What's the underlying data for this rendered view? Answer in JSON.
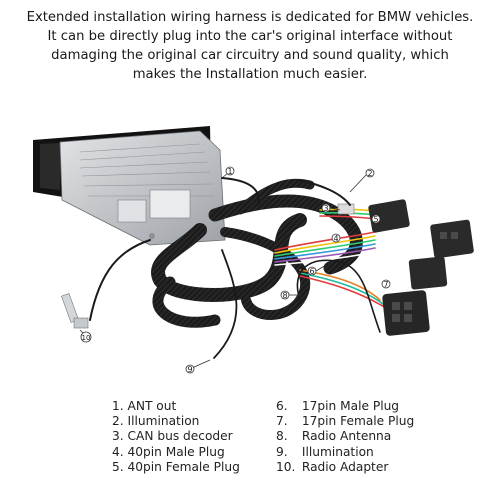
{
  "description": {
    "lines": [
      "Extended installation wiring harness is dedicated for BMW vehicles.",
      "It can be directly plug into the car's original interface without",
      "damaging the original car circuitry and sound quality, which",
      "makes the Installation much easier."
    ]
  },
  "callouts": [
    "1",
    "2",
    "3",
    "4",
    "5",
    "6",
    "7",
    "8",
    "9",
    "10"
  ],
  "legend": {
    "left": [
      {
        "num": "1.",
        "label": "ANT out"
      },
      {
        "num": "2.",
        "label": "Illumination"
      },
      {
        "num": "3.",
        "label": "CAN bus decoder"
      },
      {
        "num": "4.",
        "label": "40pin Male Plug"
      },
      {
        "num": "5.",
        "label": "40pin Female Plug"
      }
    ],
    "right": [
      {
        "num": "6.",
        "label": "17pin Male Plug"
      },
      {
        "num": "7.",
        "label": "17pin Female Plug"
      },
      {
        "num": "8.",
        "label": "Radio Antenna"
      },
      {
        "num": "9.",
        "label": "Illumination"
      },
      {
        "num": "10.",
        "label": "Radio Adapter"
      }
    ]
  },
  "colors": {
    "harness": "#1c1c1c",
    "connector": "#2a2a2a",
    "radio_body": "#c9ccd0",
    "screen_frame": "#1a1a1a",
    "callout": "#333333"
  }
}
